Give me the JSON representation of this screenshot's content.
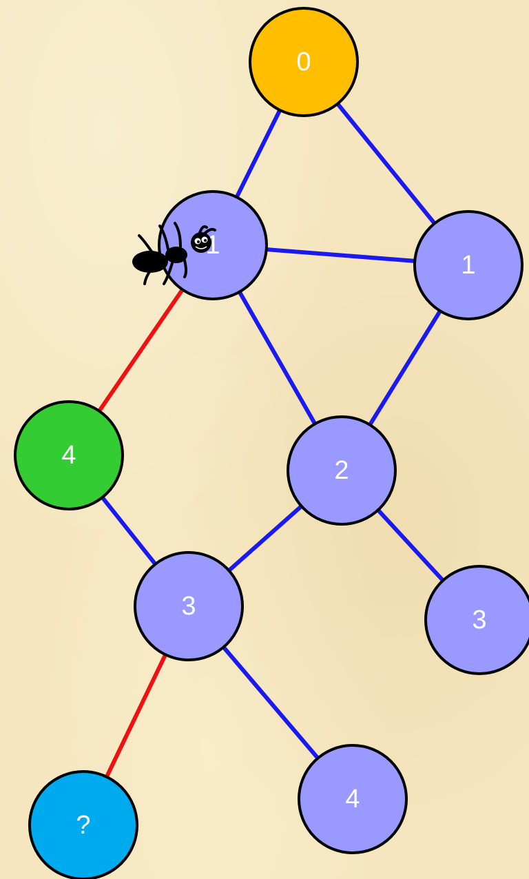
{
  "diagram": {
    "colors": {
      "background": "#f5e6bf",
      "edge_default": "#1a1aee",
      "edge_highlight": "#ee1111",
      "node_default": "#9999ff",
      "node_start": "#ffbf00",
      "node_found": "#33cc33",
      "node_query": "#00aaee",
      "node_outline": "#000000",
      "label": "#ffffff"
    },
    "nodes": [
      {
        "id": "n0",
        "label": "0",
        "fill": "node_start"
      },
      {
        "id": "n1a",
        "label": "1",
        "fill": "node_default"
      },
      {
        "id": "n1b",
        "label": "1",
        "fill": "node_default"
      },
      {
        "id": "n4a",
        "label": "4",
        "fill": "node_found"
      },
      {
        "id": "n2",
        "label": "2",
        "fill": "node_default"
      },
      {
        "id": "n3a",
        "label": "3",
        "fill": "node_default"
      },
      {
        "id": "n3b",
        "label": "3",
        "fill": "node_default"
      },
      {
        "id": "n4b",
        "label": "4",
        "fill": "node_default"
      },
      {
        "id": "nq",
        "label": "?",
        "fill": "node_query"
      }
    ],
    "edges": [
      {
        "from": "n0",
        "to": "n1a",
        "color": "edge_default"
      },
      {
        "from": "n0",
        "to": "n1b",
        "color": "edge_default"
      },
      {
        "from": "n1a",
        "to": "n1b",
        "color": "edge_default"
      },
      {
        "from": "n1a",
        "to": "n2",
        "color": "edge_default"
      },
      {
        "from": "n1b",
        "to": "n2",
        "color": "edge_default"
      },
      {
        "from": "n1a",
        "to": "n4a",
        "color": "edge_highlight"
      },
      {
        "from": "n4a",
        "to": "n3a",
        "color": "edge_default"
      },
      {
        "from": "n2",
        "to": "n3a",
        "color": "edge_default"
      },
      {
        "from": "n2",
        "to": "n3b",
        "color": "edge_default"
      },
      {
        "from": "n3a",
        "to": "n4b",
        "color": "edge_default"
      },
      {
        "from": "n3a",
        "to": "nq",
        "color": "edge_highlight"
      }
    ],
    "ant": {
      "icon": "ant-icon",
      "on_node": "n1a"
    }
  }
}
